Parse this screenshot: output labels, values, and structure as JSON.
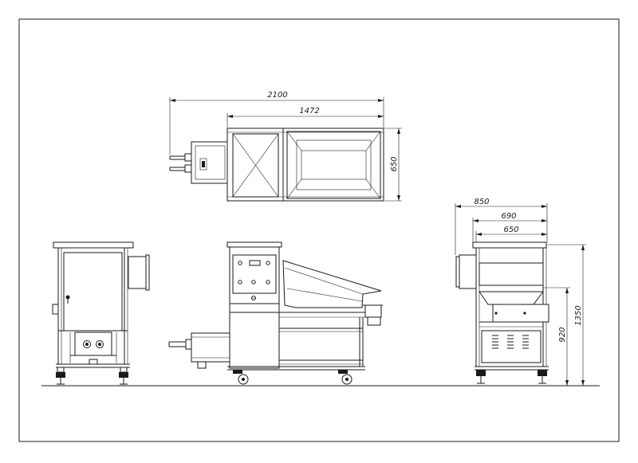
{
  "drawing": {
    "line_color": "#1a1a1a",
    "background": "#ffffff"
  },
  "dimensions": {
    "overall_length": "2100",
    "body_length": "1472",
    "depth": "650",
    "side_outer_width": "850",
    "side_frame_width": "690",
    "side_base_width": "650",
    "overall_height": "1350",
    "hopper_height": "920"
  }
}
